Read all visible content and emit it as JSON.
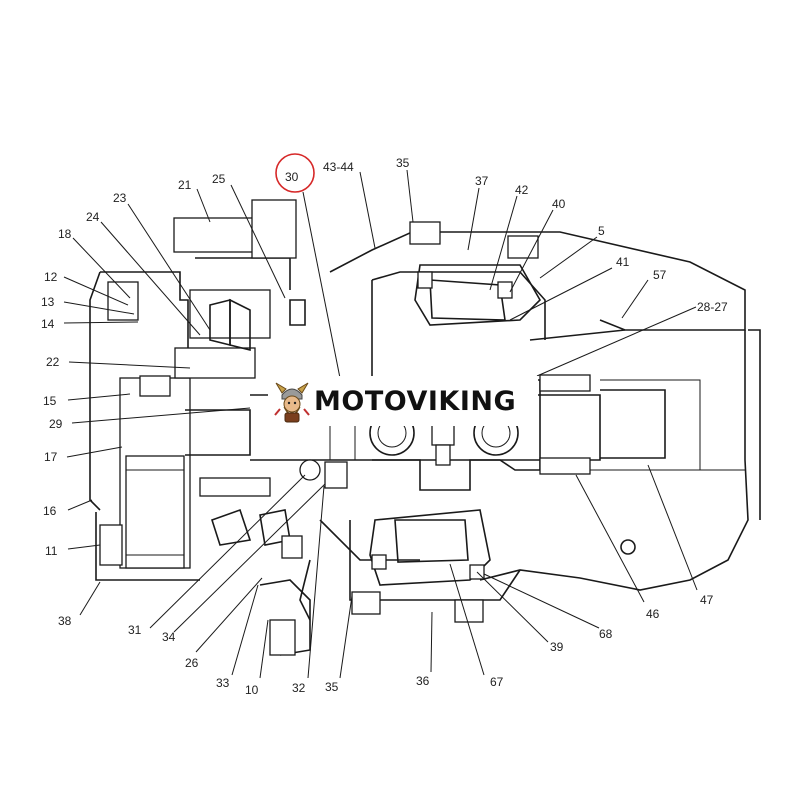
{
  "watermark": {
    "text": "MOTOVIKING",
    "icon": "viking-mascot-icon"
  },
  "highlight": {
    "label": "30",
    "color": "#d62828"
  },
  "callouts": [
    {
      "key": "c21",
      "text": "21"
    },
    {
      "key": "c25",
      "text": "25"
    },
    {
      "key": "c30",
      "text": "30"
    },
    {
      "key": "c4344",
      "text": "43-44"
    },
    {
      "key": "c35a",
      "text": "35"
    },
    {
      "key": "c37",
      "text": "37"
    },
    {
      "key": "c42",
      "text": "42"
    },
    {
      "key": "c40",
      "text": "40"
    },
    {
      "key": "c5",
      "text": "5"
    },
    {
      "key": "c41",
      "text": "41"
    },
    {
      "key": "c57",
      "text": "57"
    },
    {
      "key": "c2827",
      "text": "28-27"
    },
    {
      "key": "c23",
      "text": "23"
    },
    {
      "key": "c24",
      "text": "24"
    },
    {
      "key": "c18",
      "text": "18"
    },
    {
      "key": "c12",
      "text": "12"
    },
    {
      "key": "c13",
      "text": "13"
    },
    {
      "key": "c14",
      "text": "14"
    },
    {
      "key": "c22",
      "text": "22"
    },
    {
      "key": "c15",
      "text": "15"
    },
    {
      "key": "c29",
      "text": "29"
    },
    {
      "key": "c17",
      "text": "17"
    },
    {
      "key": "c16",
      "text": "16"
    },
    {
      "key": "c11",
      "text": "11"
    },
    {
      "key": "c38",
      "text": "38"
    },
    {
      "key": "c31",
      "text": "31"
    },
    {
      "key": "c34",
      "text": "34"
    },
    {
      "key": "c26",
      "text": "26"
    },
    {
      "key": "c33",
      "text": "33"
    },
    {
      "key": "c10",
      "text": "10"
    },
    {
      "key": "c32",
      "text": "32"
    },
    {
      "key": "c35b",
      "text": "35"
    },
    {
      "key": "c36",
      "text": "36"
    },
    {
      "key": "c67",
      "text": "67"
    },
    {
      "key": "c39",
      "text": "39"
    },
    {
      "key": "c68",
      "text": "68"
    },
    {
      "key": "c46",
      "text": "46"
    },
    {
      "key": "c47",
      "text": "47"
    }
  ]
}
